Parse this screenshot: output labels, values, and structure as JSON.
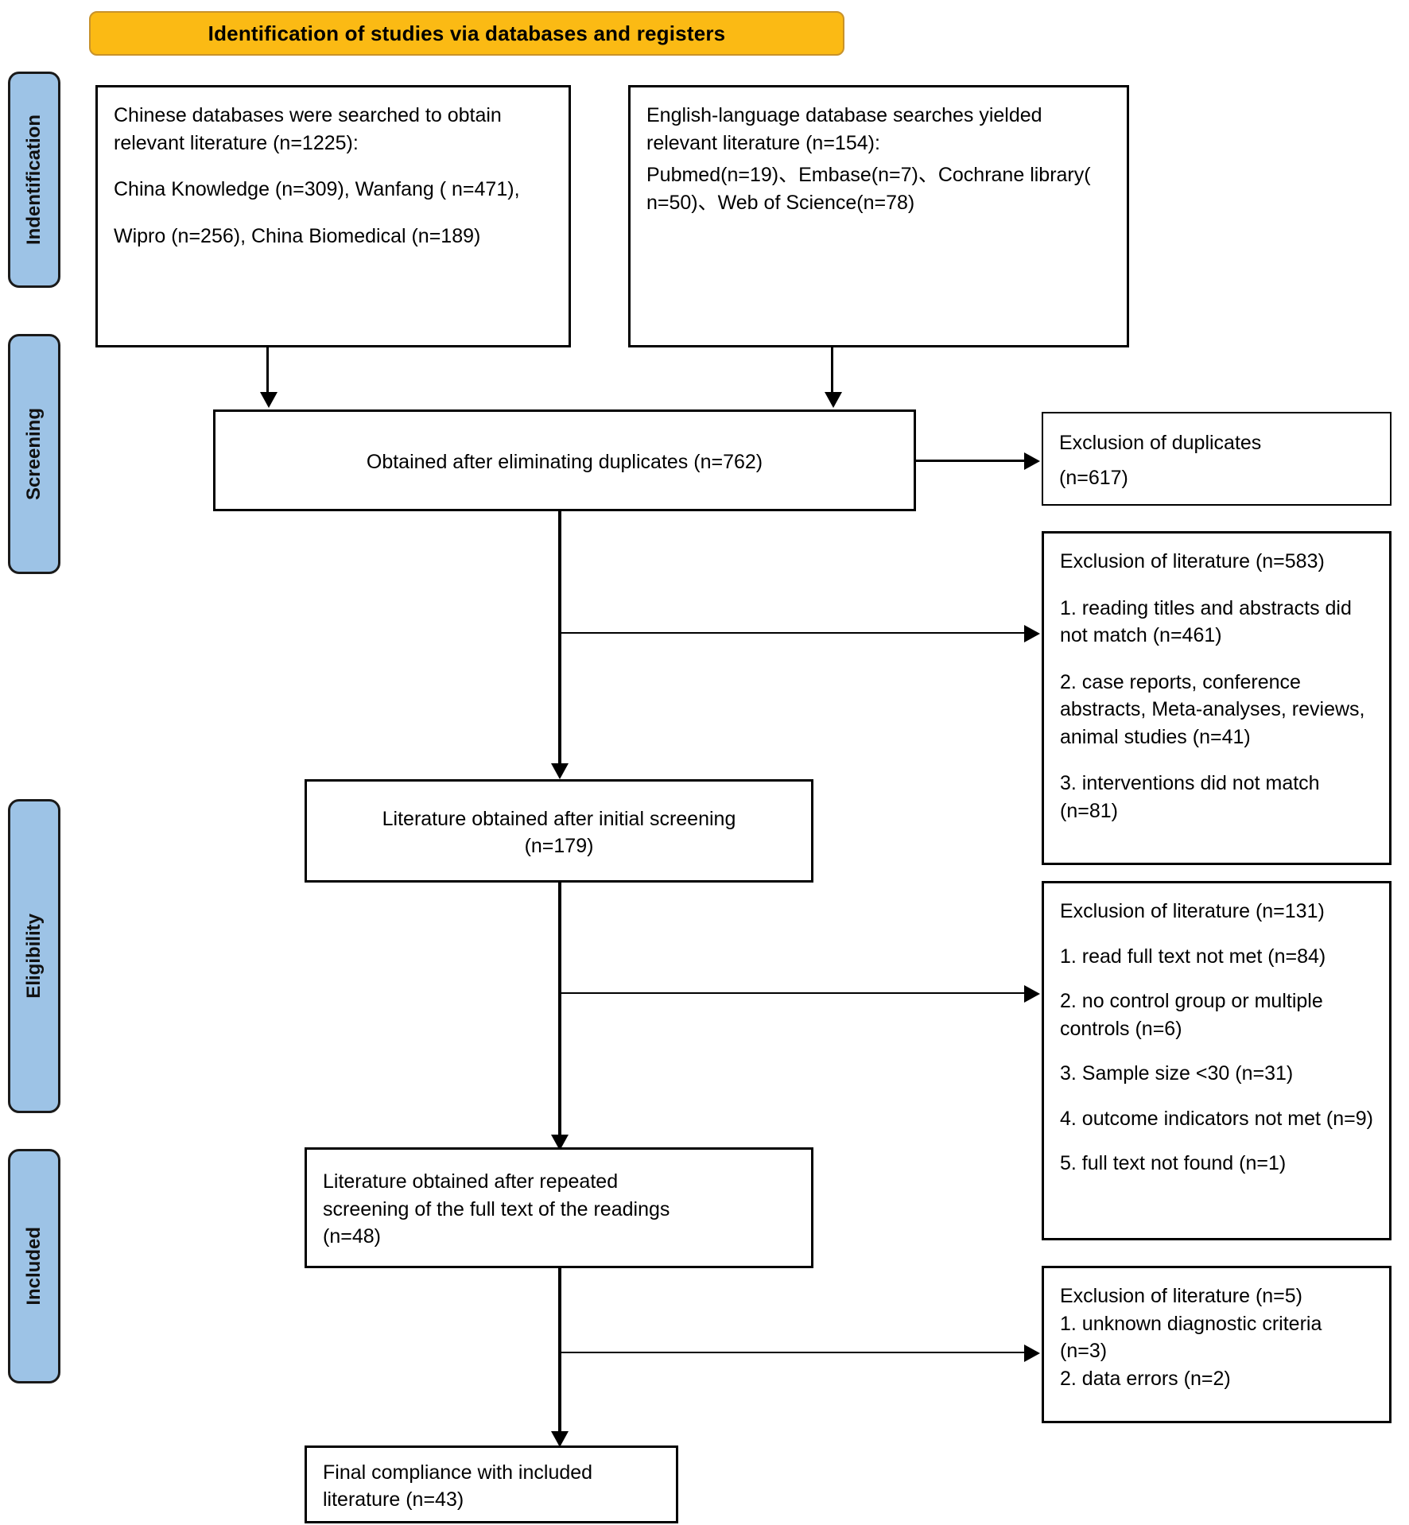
{
  "banner": {
    "title": "Identification of studies via databases and registers"
  },
  "stages": [
    {
      "id": "identification",
      "label": "Indentification"
    },
    {
      "id": "screening",
      "label": "Screening"
    },
    {
      "id": "eligibility",
      "label": "Eligibility"
    },
    {
      "id": "included",
      "label": "Included"
    }
  ],
  "boxes": {
    "chinese_databases": {
      "line1": "Chinese databases were searched to obtain relevant literature (n=1225):",
      "line2": "China Knowledge (n=309), Wanfang ( n=471),",
      "line3": "Wipro (n=256), China Biomedical (n=189)"
    },
    "english_databases": {
      "line1": "English-language database searches yielded relevant literature (n=154):",
      "line2": "Pubmed(n=19)、Embase(n=7)、Cochrane library( n=50)、Web of Science(n=78)"
    },
    "after_duplicates": {
      "text": "Obtained after eliminating duplicates (n=762)"
    },
    "exclusion_duplicates": {
      "line1": "Exclusion of duplicates",
      "line2": "(n=617)"
    },
    "exclusion_screening": {
      "heading": "Exclusion of literature (n=583)",
      "item1": "1. reading titles and abstracts did not match (n=461)",
      "item2": "2. case reports, conference abstracts, Meta-analyses, reviews, animal studies (n=41)",
      "item3": "3. interventions did not match (n=81)"
    },
    "after_initial_screening": {
      "line1": "Literature obtained after initial screening",
      "line2": "(n=179)"
    },
    "exclusion_eligibility": {
      "heading": "Exclusion of literature (n=131)",
      "item1": "1. read full text not met (n=84)",
      "item2": "2. no control group or multiple controls (n=6)",
      "item3": "3. Sample size <30 (n=31)",
      "item4": "4. outcome indicators not met (n=9)",
      "item5": "5. full text not found (n=1)"
    },
    "after_repeated_screening": {
      "line1": "Literature obtained after repeated",
      "line2": "screening of the full text of the readings",
      "line3": "(n=48)"
    },
    "exclusion_final": {
      "heading": "Exclusion of literature (n=5)",
      "item1": "1. unknown diagnostic criteria",
      "item2": "(n=3)",
      "item3": "2. data errors (n=2)"
    },
    "final_included": {
      "line1": "Final compliance with included",
      "line2": "literature (n=43)"
    }
  },
  "colors": {
    "banner_fill": "#FBBA14",
    "banner_border": "#C8922A",
    "stage_fill": "#9DC3E6",
    "stage_border": "#1A1A1A",
    "box_border": "#000000",
    "connector": "#000000"
  }
}
